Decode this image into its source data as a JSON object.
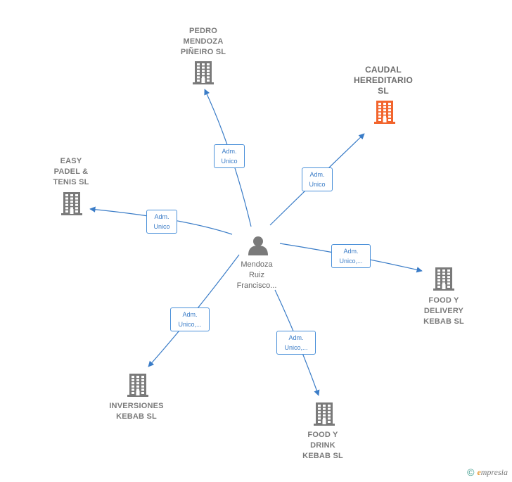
{
  "person": {
    "name": "Mendoza\nRuiz\nFrancisco..."
  },
  "companies": [
    {
      "id": "pedro",
      "name": "PEDRO\nMENDOZA\nPIÑEIRO  SL",
      "color": "#7a7a7a",
      "edge": "Adm.\nUnico"
    },
    {
      "id": "caudal",
      "name": "CAUDAL\nHEREDITARIO\nSL",
      "color": "#f2642c",
      "edge": "Adm.\nUnico"
    },
    {
      "id": "easy",
      "name": "EASY\nPADEL &\nTENIS  SL",
      "color": "#7a7a7a",
      "edge": "Adm.\nUnico"
    },
    {
      "id": "fooddelivery",
      "name": "FOOD Y\nDELIVERY\nKEBAB  SL",
      "color": "#7a7a7a",
      "edge": "Adm.\nUnico,..."
    },
    {
      "id": "inversiones",
      "name": "INVERSIONES\nKEBAB SL",
      "color": "#7a7a7a",
      "edge": "Adm.\nUnico,..."
    },
    {
      "id": "fooddrink",
      "name": "FOOD Y\nDRINK\nKEBAB  SL",
      "color": "#7a7a7a",
      "edge": "Adm.\nUnico,..."
    }
  ],
  "colors": {
    "edge": "#3a7cc7",
    "person": "#7a7a7a"
  },
  "footer": {
    "copyright": "©",
    "brand_e": "e",
    "brand_rest": "mpresia"
  }
}
